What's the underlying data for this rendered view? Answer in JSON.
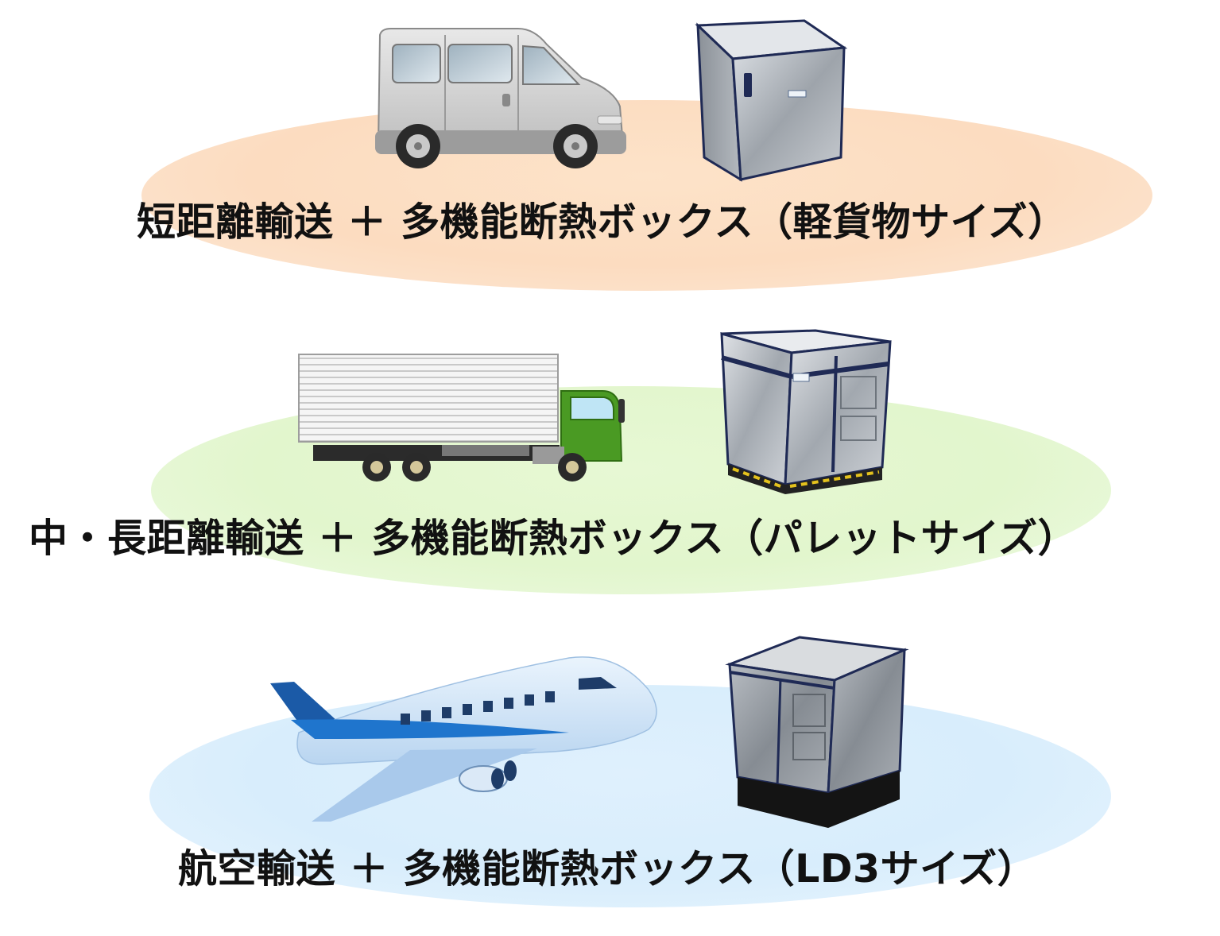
{
  "rows": [
    {
      "label": "短距離輸送 ＋ 多機能断熱ボックス（軽貨物サイズ）",
      "vehicle_icon": "light-van-icon",
      "box_icon": "small-insulated-box-icon",
      "accent_color": "#fcdcc0"
    },
    {
      "label": "中・長距離輸送 ＋ 多機能断熱ボックス（パレットサイズ）",
      "vehicle_icon": "truck-icon",
      "box_icon": "pallet-insulated-box-icon",
      "accent_color": "#e2f6cd"
    },
    {
      "label": "航空輸送 ＋ 多機能断熱ボックス（LD3サイズ）",
      "vehicle_icon": "airplane-icon",
      "box_icon": "ld3-insulated-box-icon",
      "accent_color": "#d8edfc"
    }
  ]
}
